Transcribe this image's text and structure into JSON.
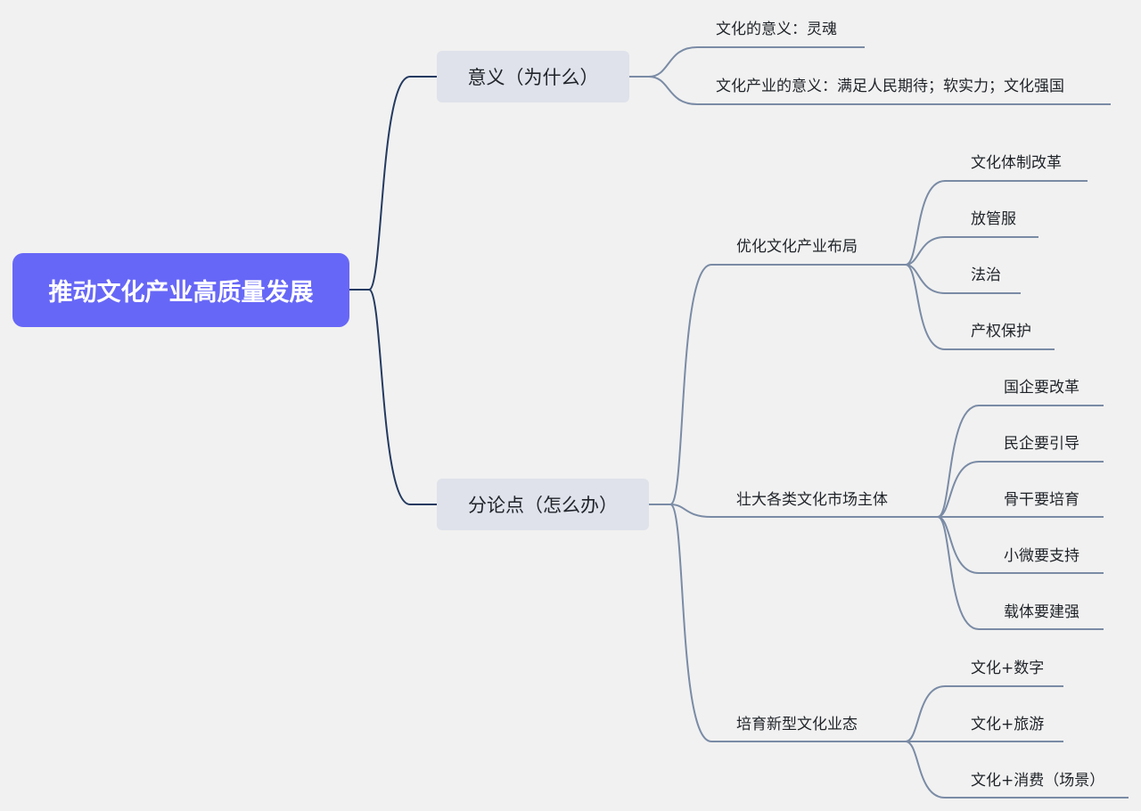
{
  "root": {
    "label": "推动文化产业高质量发展"
  },
  "branches": [
    {
      "label": "意义（为什么）",
      "items": [
        "文化的意义：灵魂",
        "文化产业的意义：满足人民期待；软实力；文化强国"
      ]
    },
    {
      "label": "分论点（怎么办）",
      "groups": [
        {
          "label": "优化文化产业布局",
          "items": [
            "文化体制改革",
            "放管服",
            "法治",
            "产权保护"
          ]
        },
        {
          "label": "壮大各类文化市场主体",
          "items": [
            "国企要改革",
            "民企要引导",
            "骨干要培育",
            "小微要支持",
            "载体要建强"
          ]
        },
        {
          "label": "培育新型文化业态",
          "items": [
            "文化+数字",
            "文化+旅游",
            "文化+消费（场景）"
          ]
        }
      ]
    }
  ],
  "colors": {
    "background": "#f1f1f1",
    "root_fill": "#6767f7",
    "node_fill": "#dfe2ea",
    "main_line": "#243a60",
    "sub_line": "#7a8ba5"
  }
}
